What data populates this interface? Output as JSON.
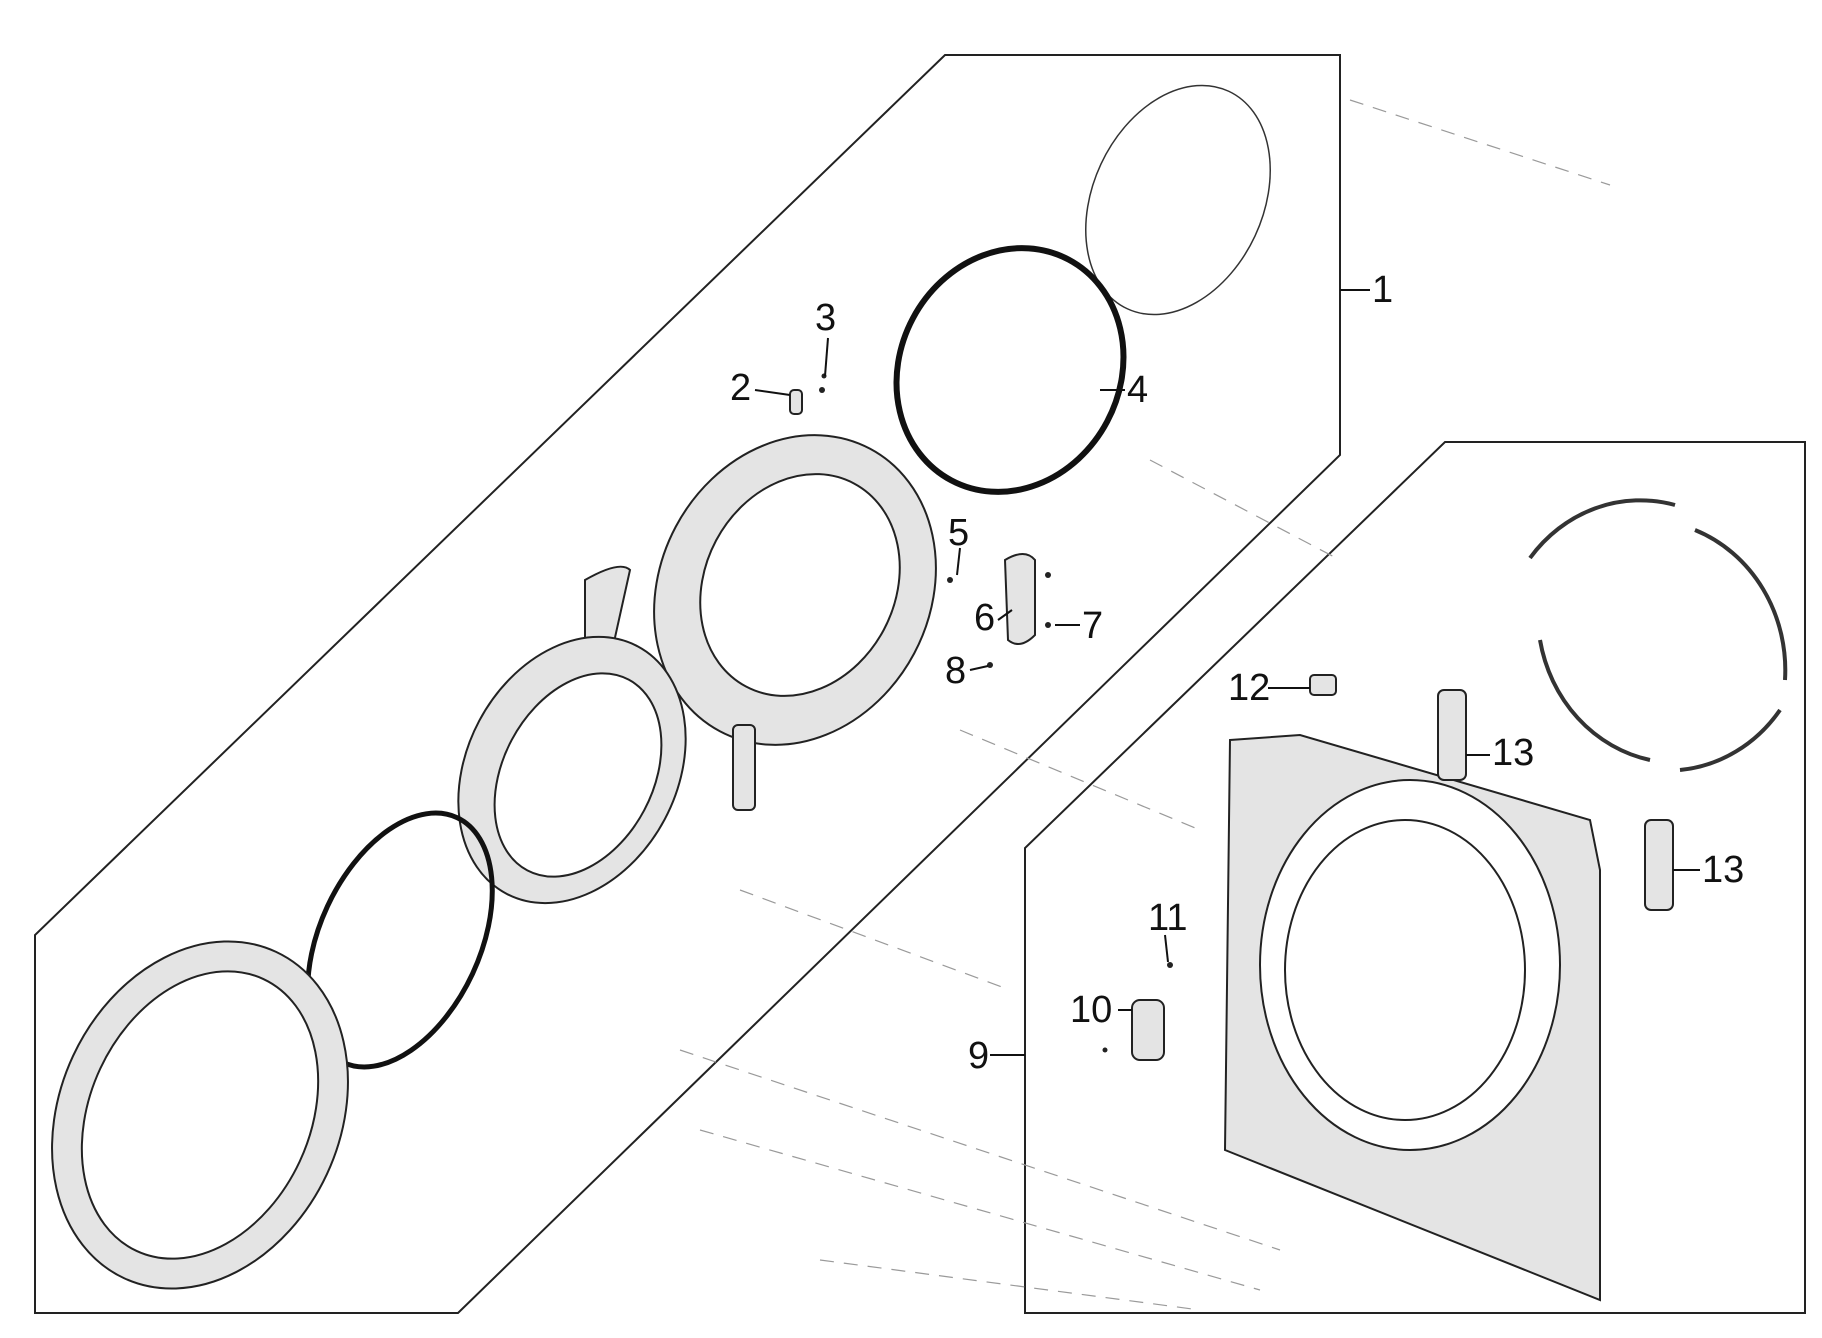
{
  "diagram": {
    "callouts": [
      {
        "id": "c1",
        "label": "1"
      },
      {
        "id": "c2",
        "label": "2"
      },
      {
        "id": "c3",
        "label": "3"
      },
      {
        "id": "c4",
        "label": "4"
      },
      {
        "id": "c5",
        "label": "5"
      },
      {
        "id": "c6",
        "label": "6"
      },
      {
        "id": "c7",
        "label": "7"
      },
      {
        "id": "c8",
        "label": "8"
      },
      {
        "id": "c9",
        "label": "9"
      },
      {
        "id": "c10",
        "label": "10"
      },
      {
        "id": "c11",
        "label": "11"
      },
      {
        "id": "c12",
        "label": "12"
      },
      {
        "id": "c13a",
        "label": "13"
      },
      {
        "id": "c13b",
        "label": "13"
      }
    ]
  }
}
